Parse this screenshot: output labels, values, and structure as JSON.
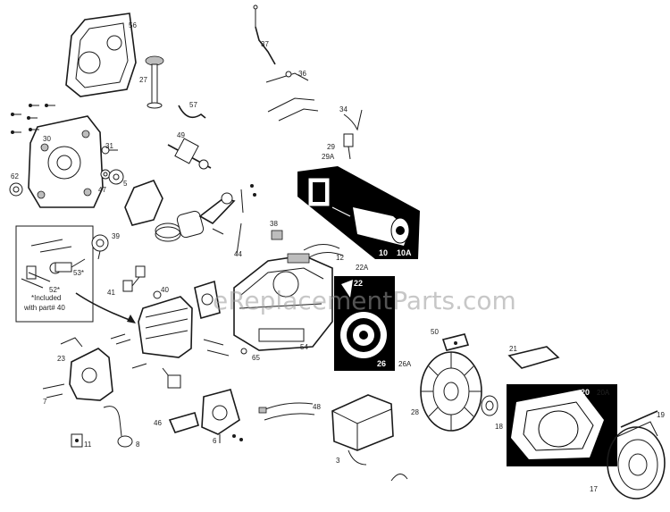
{
  "labels": {
    "p56": "56",
    "p37": "37",
    "p36": "36",
    "p27": "27",
    "p57": "57",
    "p34": "34",
    "p29": "29",
    "p29a": "29A",
    "p30": "30",
    "p31": "31",
    "p49": "49",
    "p62": "62",
    "p47": "47",
    "p5": "5",
    "p38": "38",
    "p39": "39",
    "p53": "53*",
    "p52": "52*",
    "p41": "41",
    "p40": "40",
    "p44": "44",
    "p12": "12",
    "p10": "10",
    "p10a": "10A",
    "p22a": "22A",
    "p22": "22",
    "p26": "26",
    "p26a": "26A",
    "p50": "50",
    "p21": "21",
    "p54": "54",
    "p65": "65",
    "p23": "23",
    "p7": "7",
    "p46": "46",
    "p6": "6",
    "p48": "48",
    "p28": "28",
    "p18": "18",
    "p20": "20",
    "p20a": "20A",
    "p19": "19",
    "p17": "17",
    "p3": "3",
    "p11": "11",
    "p8": "8"
  },
  "note": {
    "line1": "*Included",
    "line2": "with part# 40"
  },
  "watermark": "eReplacementParts.com",
  "colors": {
    "line": "#1a1a1a",
    "callout_box": "#000000",
    "background": "#ffffff",
    "watermark": "#9a9a9a"
  }
}
